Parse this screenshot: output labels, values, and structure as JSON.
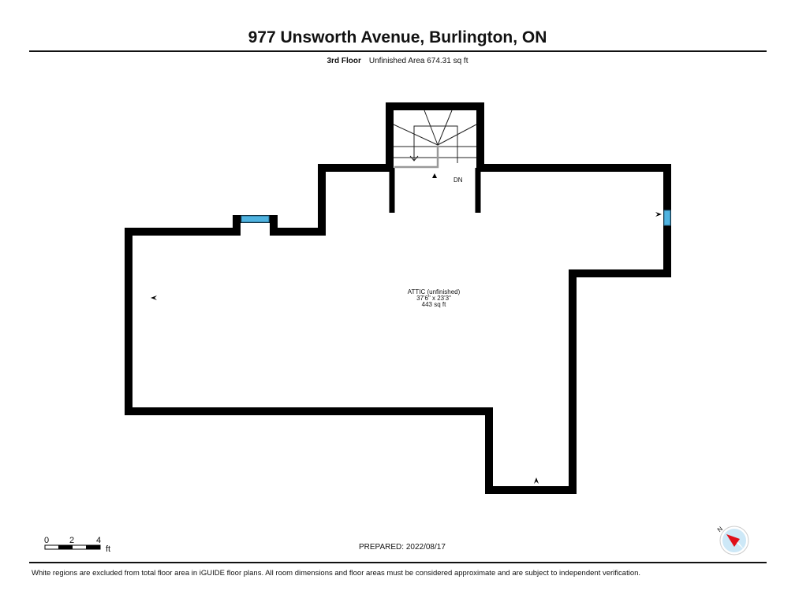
{
  "header": {
    "title": "977 Unsworth Avenue, Burlington, ON",
    "floor": "3rd Floor",
    "area": "Unfinished Area 674.31 sq ft"
  },
  "room": {
    "name": "ATTIC (unfinished)",
    "dimensions": "37'6\" x 23'3\"",
    "area": "443 sq ft"
  },
  "stair": {
    "label": "DN"
  },
  "scale": {
    "ticks": [
      "0",
      "2",
      "4"
    ],
    "unit": "ft"
  },
  "compass": {
    "label": "N"
  },
  "prepared": "PREPARED: 2022/08/17",
  "footer": "White regions are excluded from total floor area in iGUIDE floor plans. All room dimensions and floor areas must be considered approximate and are subject to independent verification.",
  "colors": {
    "wall": "#000000",
    "window": "#4fb3e0",
    "compass": "#e0101a"
  }
}
